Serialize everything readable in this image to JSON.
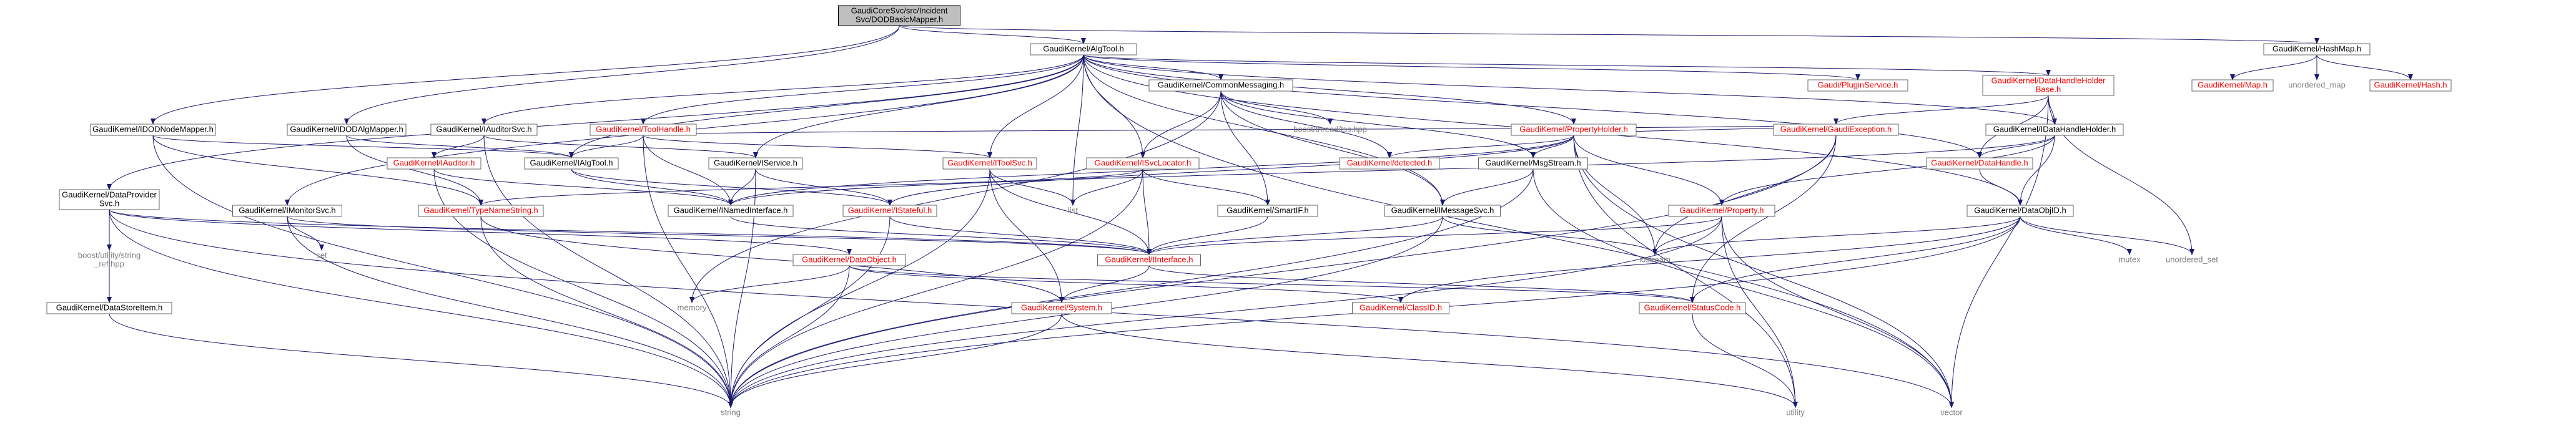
{
  "colors": {
    "edge": "#191970",
    "documented": "#000000",
    "undocumented": "#ff0000",
    "external": "#7f7f7f",
    "root_fill": "#bfbfbf"
  },
  "nodes": [
    {
      "id": "root",
      "label": [
        "GaudiCoreSvc/src/Incident",
        "Svc/DODBasicMapper.h"
      ],
      "kind": "root"
    },
    {
      "id": "algtool",
      "label": [
        "GaudiKernel/AlgTool.h"
      ],
      "kind": "doc"
    },
    {
      "id": "hashmap",
      "label": [
        "GaudiKernel/HashMap.h"
      ],
      "kind": "doc"
    },
    {
      "id": "idodnode",
      "label": [
        "GaudiKernel/IDODNodeMapper.h"
      ],
      "kind": "doc"
    },
    {
      "id": "idodalg",
      "label": [
        "GaudiKernel/IDODAlgMapper.h"
      ],
      "kind": "doc"
    },
    {
      "id": "iauditorsvc",
      "label": [
        "GaudiKernel/IAuditorSvc.h"
      ],
      "kind": "doc"
    },
    {
      "id": "toolhandle",
      "label": [
        "GaudiKernel/ToolHandle.h"
      ],
      "kind": "nodoc"
    },
    {
      "id": "commonmsg",
      "label": [
        "GaudiKernel/CommonMessaging.h"
      ],
      "kind": "doc"
    },
    {
      "id": "ipluginsvc",
      "label": [
        "Gaudi/PluginService.h"
      ],
      "kind": "nodoc"
    },
    {
      "id": "dhhbase",
      "label": [
        "GaudiKernel/DataHandleHolder",
        "Base.h"
      ],
      "kind": "nodoc"
    },
    {
      "id": "map",
      "label": [
        "GaudiKernel/Map.h"
      ],
      "kind": "nodoc"
    },
    {
      "id": "unordmap",
      "label": [
        "unordered_map"
      ],
      "kind": "ext"
    },
    {
      "id": "hash",
      "label": [
        "GaudiKernel/Hash.h"
      ],
      "kind": "nodoc"
    },
    {
      "id": "boosttss",
      "label": [
        "boost/thread/tss.hpp"
      ],
      "kind": "ext"
    },
    {
      "id": "propholder",
      "label": [
        "GaudiKernel/PropertyHolder.h"
      ],
      "kind": "nodoc"
    },
    {
      "id": "gaudiexc",
      "label": [
        "GaudiKernel/GaudiException.h"
      ],
      "kind": "nodoc"
    },
    {
      "id": "idhh",
      "label": [
        "GaudiKernel/IDataHandleHolder.h"
      ],
      "kind": "doc"
    },
    {
      "id": "iauditor",
      "label": [
        "GaudiKernel/IAuditor.h"
      ],
      "kind": "nodoc"
    },
    {
      "id": "ialgtool",
      "label": [
        "GaudiKernel/IAlgTool.h"
      ],
      "kind": "doc"
    },
    {
      "id": "iservice",
      "label": [
        "GaudiKernel/IService.h"
      ],
      "kind": "doc"
    },
    {
      "id": "itoolsvc",
      "label": [
        "GaudiKernel/IToolSvc.h"
      ],
      "kind": "nodoc"
    },
    {
      "id": "detected",
      "label": [
        "GaudiKernel/detected.h"
      ],
      "kind": "nodoc"
    },
    {
      "id": "msgstream",
      "label": [
        "GaudiKernel/MsgStream.h"
      ],
      "kind": "doc"
    },
    {
      "id": "datahandle",
      "label": [
        "GaudiKernel/DataHandle.h"
      ],
      "kind": "nodoc"
    },
    {
      "id": "isvclocator",
      "label": [
        "GaudiKernel/ISvcLocator.h"
      ],
      "kind": "nodoc"
    },
    {
      "id": "dataprov",
      "label": [
        "GaudiKernel/DataProvider",
        "Svc.h"
      ],
      "kind": "doc"
    },
    {
      "id": "imonitorsvc",
      "label": [
        "GaudiKernel/IMonitorSvc.h"
      ],
      "kind": "doc"
    },
    {
      "id": "typenamestr",
      "label": [
        "GaudiKernel/TypeNameString.h"
      ],
      "kind": "nodoc"
    },
    {
      "id": "inamedif",
      "label": [
        "GaudiKernel/INamedInterface.h"
      ],
      "kind": "doc"
    },
    {
      "id": "istateful",
      "label": [
        "GaudiKernel/IStateful.h"
      ],
      "kind": "nodoc"
    },
    {
      "id": "list",
      "label": [
        "list"
      ],
      "kind": "ext"
    },
    {
      "id": "smartif",
      "label": [
        "GaudiKernel/SmartIF.h"
      ],
      "kind": "doc"
    },
    {
      "id": "imessagesvc",
      "label": [
        "GaudiKernel/IMessageSvc.h"
      ],
      "kind": "doc"
    },
    {
      "id": "property",
      "label": [
        "GaudiKernel/Property.h"
      ],
      "kind": "nodoc"
    },
    {
      "id": "dataobjid",
      "label": [
        "GaudiKernel/DataObjID.h"
      ],
      "kind": "doc"
    },
    {
      "id": "set",
      "label": [
        "set"
      ],
      "kind": "ext"
    },
    {
      "id": "boostsref",
      "label": [
        "boost/utility/string",
        "_ref.hpp"
      ],
      "kind": "ext"
    },
    {
      "id": "dataobject",
      "label": [
        "GaudiKernel/DataObject.h"
      ],
      "kind": "nodoc"
    },
    {
      "id": "iinterface",
      "label": [
        "GaudiKernel/IInterface.h"
      ],
      "kind": "nodoc"
    },
    {
      "id": "iostream",
      "label": [
        "iostream"
      ],
      "kind": "ext"
    },
    {
      "id": "mutex",
      "label": [
        "mutex"
      ],
      "kind": "ext"
    },
    {
      "id": "unordset",
      "label": [
        "unordered_set"
      ],
      "kind": "ext"
    },
    {
      "id": "datastoreitem",
      "label": [
        "GaudiKernel/DataStoreItem.h"
      ],
      "kind": "doc"
    },
    {
      "id": "memory",
      "label": [
        "memory"
      ],
      "kind": "ext"
    },
    {
      "id": "system",
      "label": [
        "GaudiKernel/System.h"
      ],
      "kind": "nodoc"
    },
    {
      "id": "classid",
      "label": [
        "GaudiKernel/ClassID.h"
      ],
      "kind": "nodoc"
    },
    {
      "id": "statuscode",
      "label": [
        "GaudiKernel/StatusCode.h"
      ],
      "kind": "nodoc"
    },
    {
      "id": "string",
      "label": [
        "string"
      ],
      "kind": "ext"
    },
    {
      "id": "utility",
      "label": [
        "utility"
      ],
      "kind": "ext"
    },
    {
      "id": "vector",
      "label": [
        "vector"
      ],
      "kind": "ext"
    }
  ],
  "edges": [
    [
      "root",
      "algtool"
    ],
    [
      "root",
      "hashmap"
    ],
    [
      "root",
      "idodnode"
    ],
    [
      "root",
      "idodalg"
    ],
    [
      "hashmap",
      "map"
    ],
    [
      "hashmap",
      "unordmap"
    ],
    [
      "hashmap",
      "hash"
    ],
    [
      "algtool",
      "iauditorsvc"
    ],
    [
      "algtool",
      "toolhandle"
    ],
    [
      "algtool",
      "commonmsg"
    ],
    [
      "algtool",
      "ipluginsvc"
    ],
    [
      "algtool",
      "dhhbase"
    ],
    [
      "algtool",
      "propholder"
    ],
    [
      "algtool",
      "ialgtool"
    ],
    [
      "algtool",
      "iservice"
    ],
    [
      "algtool",
      "itoolsvc"
    ],
    [
      "algtool",
      "isvclocator"
    ],
    [
      "algtool",
      "dataprov"
    ],
    [
      "algtool",
      "imonitorsvc"
    ],
    [
      "algtool",
      "imessagesvc"
    ],
    [
      "algtool",
      "idhh"
    ],
    [
      "algtool",
      "datahandle"
    ],
    [
      "algtool",
      "list"
    ],
    [
      "algtool",
      "vector"
    ],
    [
      "algtool",
      "dataobjid"
    ],
    [
      "idodnode",
      "ialgtool"
    ],
    [
      "idodnode",
      "typenamestr"
    ],
    [
      "idodnode",
      "string"
    ],
    [
      "idodalg",
      "ialgtool"
    ],
    [
      "idodalg",
      "typenamestr"
    ],
    [
      "iauditorsvc",
      "iauditor"
    ],
    [
      "iauditorsvc",
      "iservice"
    ],
    [
      "iauditorsvc",
      "string"
    ],
    [
      "toolhandle",
      "ialgtool"
    ],
    [
      "toolhandle",
      "itoolsvc"
    ],
    [
      "toolhandle",
      "inamedif"
    ],
    [
      "toolhandle",
      "gaudiexc"
    ],
    [
      "toolhandle",
      "string"
    ],
    [
      "commonmsg",
      "isvclocator"
    ],
    [
      "commonmsg",
      "msgstream"
    ],
    [
      "commonmsg",
      "imessagesvc"
    ],
    [
      "commonmsg",
      "boosttss"
    ],
    [
      "commonmsg",
      "detected"
    ],
    [
      "commonmsg",
      "memory"
    ],
    [
      "commonmsg",
      "smartif"
    ],
    [
      "dhhbase",
      "idhh"
    ],
    [
      "dhhbase",
      "datahandle"
    ],
    [
      "dhhbase",
      "gaudiexc"
    ],
    [
      "dhhbase",
      "unordset"
    ],
    [
      "dhhbase",
      "vector"
    ],
    [
      "propholder",
      "property"
    ],
    [
      "propholder",
      "msgstream"
    ],
    [
      "propholder",
      "detected"
    ],
    [
      "propholder",
      "inamedif"
    ],
    [
      "propholder",
      "istateful"
    ],
    [
      "propholder",
      "gaudiexc"
    ],
    [
      "propholder",
      "iostream"
    ],
    [
      "propholder",
      "utility"
    ],
    [
      "propholder",
      "vector"
    ],
    [
      "gaudiexc",
      "statuscode"
    ],
    [
      "gaudiexc",
      "string"
    ],
    [
      "gaudiexc",
      "iostream"
    ],
    [
      "idhh",
      "dataobjid"
    ],
    [
      "idhh",
      "datahandle"
    ],
    [
      "idhh",
      "inamedif"
    ],
    [
      "idhh",
      "property"
    ],
    [
      "iauditor",
      "inamedif"
    ],
    [
      "iauditor",
      "string"
    ],
    [
      "ialgtool",
      "inamedif"
    ],
    [
      "ialgtool",
      "istateful"
    ],
    [
      "iservice",
      "inamedif"
    ],
    [
      "iservice",
      "istateful"
    ],
    [
      "iservice",
      "string"
    ],
    [
      "itoolsvc",
      "iinterface"
    ],
    [
      "itoolsvc",
      "system"
    ],
    [
      "itoolsvc",
      "list"
    ],
    [
      "itoolsvc",
      "string"
    ],
    [
      "isvclocator",
      "iinterface"
    ],
    [
      "isvclocator",
      "smartif"
    ],
    [
      "isvclocator",
      "typenamestr"
    ],
    [
      "isvclocator",
      "list"
    ],
    [
      "isvclocator",
      "string"
    ],
    [
      "msgstream",
      "imessagesvc"
    ],
    [
      "msgstream",
      "string"
    ],
    [
      "msgstream",
      "vector"
    ],
    [
      "datahandle",
      "dataobjid"
    ],
    [
      "dataprov",
      "iinterface"
    ],
    [
      "dataprov",
      "dataobject"
    ],
    [
      "dataprov",
      "datastoreitem"
    ],
    [
      "dataprov",
      "boostsref"
    ],
    [
      "dataprov",
      "string"
    ],
    [
      "dataprov",
      "vector"
    ],
    [
      "imonitorsvc",
      "set"
    ],
    [
      "imonitorsvc",
      "iinterface"
    ],
    [
      "imonitorsvc",
      "string"
    ],
    [
      "typenamestr",
      "system"
    ],
    [
      "typenamestr",
      "string"
    ],
    [
      "inamedif",
      "iinterface"
    ],
    [
      "istateful",
      "iinterface"
    ],
    [
      "istateful",
      "string"
    ],
    [
      "smartif",
      "iinterface"
    ],
    [
      "imessagesvc",
      "iinterface"
    ],
    [
      "imessagesvc",
      "iostream"
    ],
    [
      "imessagesvc",
      "string"
    ],
    [
      "property",
      "iinterface"
    ],
    [
      "property",
      "iostream"
    ],
    [
      "property",
      "string"
    ],
    [
      "property",
      "vector"
    ],
    [
      "property",
      "utility"
    ],
    [
      "dataobjid",
      "iostream"
    ],
    [
      "dataobjid",
      "mutex"
    ],
    [
      "dataobjid",
      "unordset"
    ],
    [
      "dataobjid",
      "string"
    ],
    [
      "dataobjid",
      "statuscode"
    ],
    [
      "dataobjid",
      "classid"
    ],
    [
      "dataobject",
      "classid"
    ],
    [
      "dataobject",
      "statuscode"
    ],
    [
      "dataobject",
      "memory"
    ],
    [
      "dataobject",
      "string"
    ],
    [
      "iinterface",
      "system"
    ],
    [
      "iinterface",
      "statuscode"
    ],
    [
      "datastoreitem",
      "string"
    ],
    [
      "system",
      "string"
    ],
    [
      "system",
      "utility"
    ],
    [
      "statuscode",
      "utility"
    ]
  ]
}
